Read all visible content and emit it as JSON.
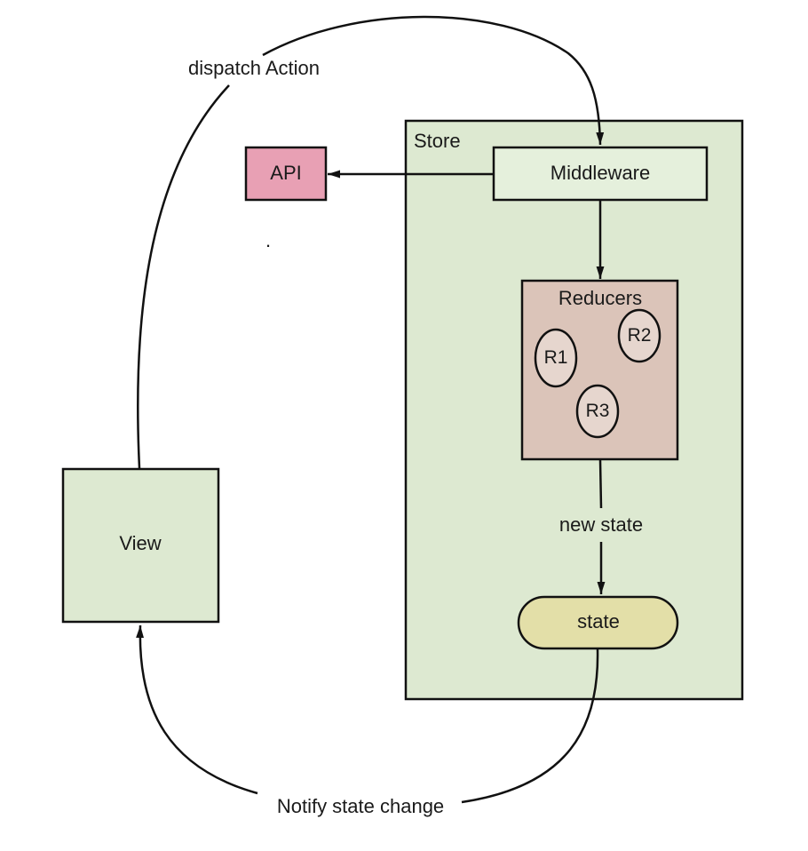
{
  "colors": {
    "store_fill": "#dde9d1",
    "middleware_fill": "#e5f0dc",
    "api_fill": "#e8a0b4",
    "reducers_fill": "#dbc4b9",
    "reducer_circle_fill": "#e6d6ce",
    "state_fill": "#e3dfa8",
    "view_fill": "#dde9d1",
    "stroke": "#111111"
  },
  "nodes": {
    "store": {
      "label": "Store"
    },
    "middleware": {
      "label": "Middleware"
    },
    "api": {
      "label": "API"
    },
    "reducers": {
      "label": "Reducers",
      "items": [
        {
          "label": "R1"
        },
        {
          "label": "R2"
        },
        {
          "label": "R3"
        }
      ]
    },
    "state": {
      "label": "state"
    },
    "view": {
      "label": "View"
    }
  },
  "edges": {
    "dispatch": {
      "label": "dispatch Action"
    },
    "middleware_to_api": {
      "label": ""
    },
    "middleware_to_reducers": {
      "label": ""
    },
    "reducers_to_state": {
      "label": "new state"
    },
    "notify": {
      "label": "Notify state change"
    }
  },
  "stray_mark": "."
}
